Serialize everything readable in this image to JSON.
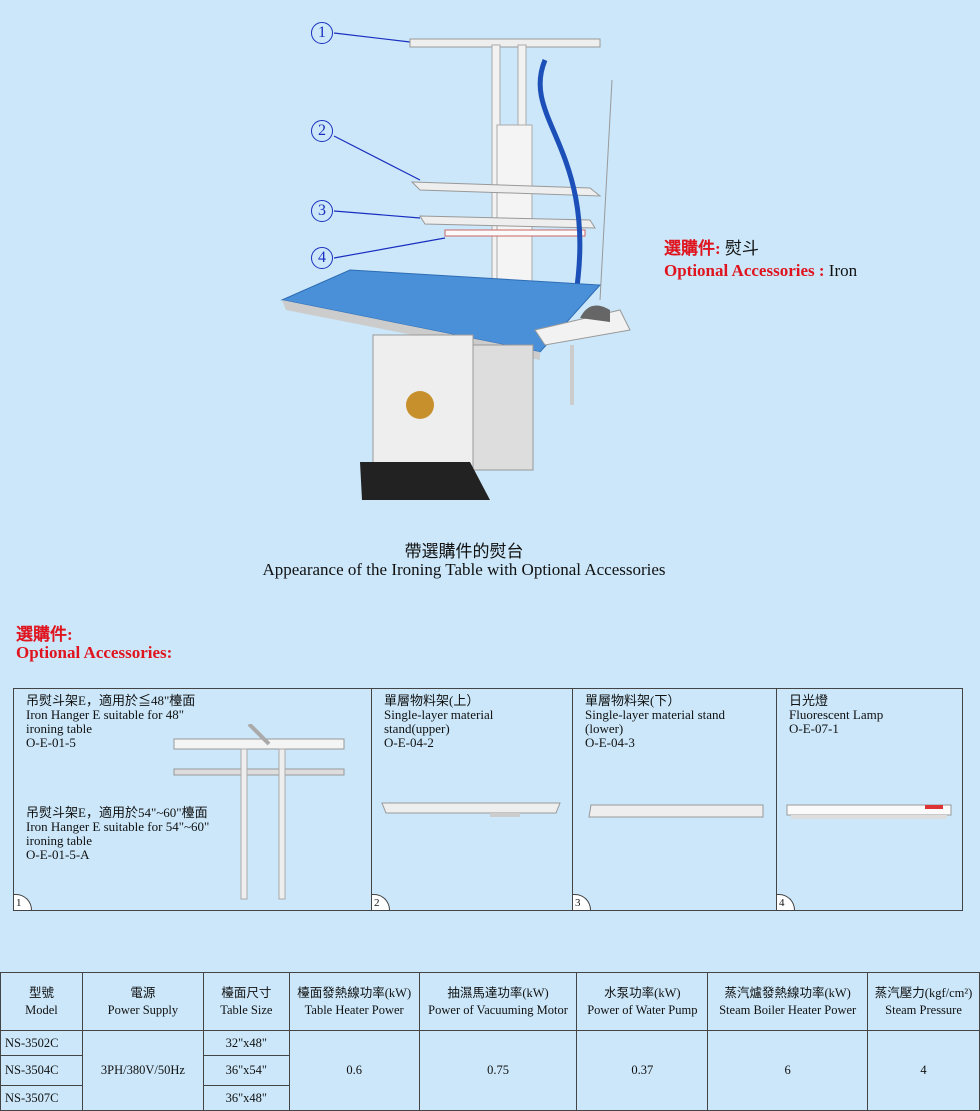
{
  "callouts": [
    "1",
    "2",
    "3",
    "4"
  ],
  "iron_note": {
    "zh_label": "選購件:",
    "zh_value": "熨斗",
    "en_label": "Optional Accessories :",
    "en_value": "Iron"
  },
  "caption": {
    "zh": "帶選購件的熨台",
    "en": "Appearance of the Ironing Table with Optional Accessories"
  },
  "section": {
    "zh": "選購件:",
    "en": "Optional Accessories:"
  },
  "accessories": [
    {
      "num": "1",
      "lines": [
        "吊熨斗架E，適用於≦48\"檯面",
        "Iron Hanger E suitable for 48\"",
        "ironing table",
        "O-E-01-5"
      ],
      "lines2": [
        "吊熨斗架E，適用於54\"~60\"檯面",
        "Iron Hanger E suitable for 54\"~60\"",
        "ironing table",
        "O-E-01-5-A"
      ]
    },
    {
      "num": "2",
      "lines": [
        "單層物料架(上）",
        "Single-layer material stand(upper)",
        "O-E-04-2"
      ]
    },
    {
      "num": "3",
      "lines": [
        "單層物料架(下）",
        "Single-layer material stand (lower)",
        "O-E-04-3"
      ]
    },
    {
      "num": "4",
      "lines": [
        "日光燈",
        "Fluorescent Lamp",
        "O-E-07-1"
      ]
    }
  ],
  "spec_table": {
    "headers": [
      [
        "型號",
        "Model"
      ],
      [
        "電源",
        "Power Supply"
      ],
      [
        "檯面尺寸",
        "Table Size"
      ],
      [
        "檯面發熱線功率(kW)",
        "Table Heater Power"
      ],
      [
        "抽濕馬達功率(kW)",
        "Power of  Vacuuming Motor"
      ],
      [
        "水泵功率(kW)",
        "Power of  Water Pump"
      ],
      [
        "蒸汽爐發熱線功率(kW)",
        "Steam Boiler Heater Power"
      ],
      [
        "蒸汽壓力(kgf/cm²)",
        "Steam Pressure"
      ]
    ],
    "models": [
      "NS-3502C",
      "NS-3504C",
      "NS-3507C"
    ],
    "sizes": [
      "32\"x48\"",
      "36\"x54\"",
      "36\"x48\""
    ],
    "power_supply": "3PH/380V/50Hz",
    "table_heater": "0.6",
    "vacuum_motor": "0.75",
    "water_pump": "0.37",
    "boiler_heater": "6",
    "steam_pressure": "4"
  },
  "colors": {
    "background": "#cbe7f9",
    "accent_red": "#e0141e",
    "callout_blue": "#1a2fc0",
    "table_top": "#4a90d9"
  }
}
